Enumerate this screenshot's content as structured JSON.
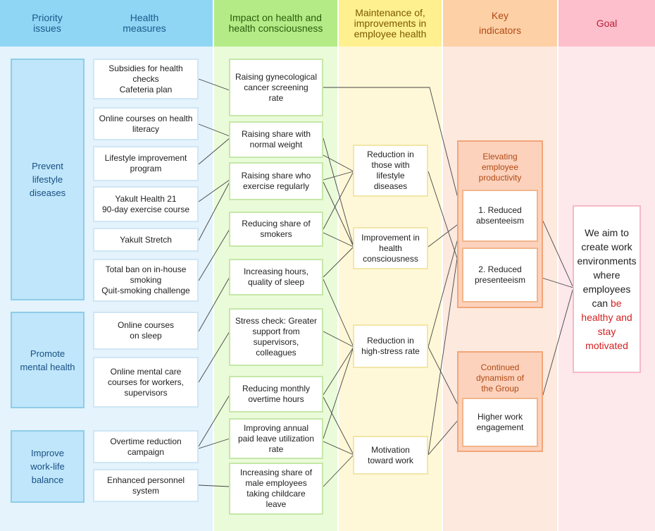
{
  "headers": {
    "priority": "Priority\nissues",
    "measures": "Health\nmeasures",
    "impact": "Impact on health and\nhealth consciousness",
    "maintenance": "Maintenance of,\nimprovements in\nemployee health",
    "indicators": "Key\nindicators",
    "goal": "Goal"
  },
  "priority_issues": [
    "Prevent\nlifestyle\ndiseases",
    "Promote\nmental health",
    "Improve\nwork-life\nbalance"
  ],
  "measures": [
    "Subsidies for health\nchecks\nCafeteria plan",
    "Online courses on health\nliteracy",
    "Lifestyle improvement\nprogram",
    "Yakult Health 21\n90-day exercise course",
    "Yakult Stretch",
    "Total ban on in-house\nsmoking\nQuit-smoking challenge",
    "Online courses\non sleep",
    "Online mental care\ncourses for workers,\nsupervisors",
    "Overtime reduction\ncampaign",
    "Enhanced personnel\nsystem"
  ],
  "impacts": [
    "Raising gynecological\ncancer screening\nrate",
    "Raising share with\nnormal weight",
    "Raising share who\nexercise regularly",
    "Reducing share of\nsmokers",
    "Increasing hours,\nquality of sleep",
    "Stress check: Greater\nsupport from\nsupervisors,\ncolleagues",
    "Reducing monthly\novertime hours",
    "Improving annual\npaid leave utilization\nrate",
    "Increasing share of\nmale employees\ntaking childcare\nleave"
  ],
  "maintenance": [
    "Reduction in\nthose with\nlifestyle\ndiseases",
    "Improvement in\nhealth\nconsciousness",
    "Reduction in\nhigh-stress rate",
    "Motivation\ntoward work"
  ],
  "indicators": {
    "group1_title": "Elevating\nemployee\nproductivity",
    "group1_items": [
      "1. Reduced\nabsenteeism",
      "2. Reduced\npresenteeism"
    ],
    "group2_title": "Continued\ndynamism of\nthe Group",
    "group2_items": [
      "Higher work\nengagement"
    ]
  },
  "goal": {
    "text_plain": "We aim to create work environments where employees can",
    "text_highlight": "be healthy and stay motivated"
  },
  "colors": {
    "priority_bg": "#e4f3fc",
    "priority_hdr": "#8fd6f5",
    "impact_bg": "#eafbd9",
    "impact_hdr": "#b5eb87",
    "maint_bg": "#fff8d8",
    "maint_hdr": "#fff08f",
    "ind_bg": "#fde9de",
    "ind_hdr": "#fdd0a6",
    "goal_bg": "#fde8ec",
    "goal_hdr": "#fdbfcc",
    "highlight": "#d42020"
  }
}
